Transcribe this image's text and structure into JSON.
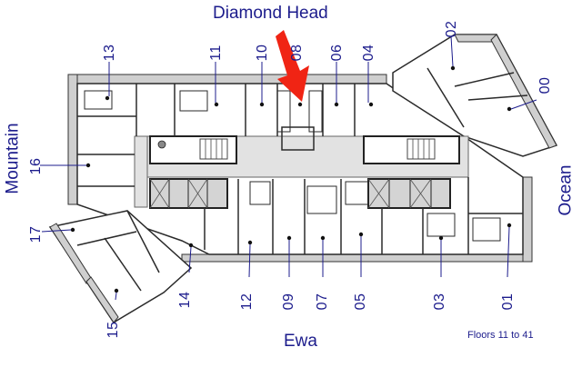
{
  "directions": {
    "top": "Diamond Head",
    "left": "Mountain",
    "right": "Ocean",
    "bottom": "Ewa"
  },
  "floors_note": "Floors 11 to 41",
  "units": [
    "00",
    "01",
    "02",
    "03",
    "04",
    "05",
    "06",
    "07",
    "08",
    "09",
    "10",
    "11",
    "12",
    "13",
    "14",
    "15",
    "16",
    "17"
  ],
  "highlighted_unit": "08",
  "colors": {
    "label_text": "#1c1c8c",
    "arrow": "#f02414",
    "corridor": "#e2e2e2",
    "walls": "#2a2a2a",
    "exterior_hatch": "#bcbcbc"
  }
}
